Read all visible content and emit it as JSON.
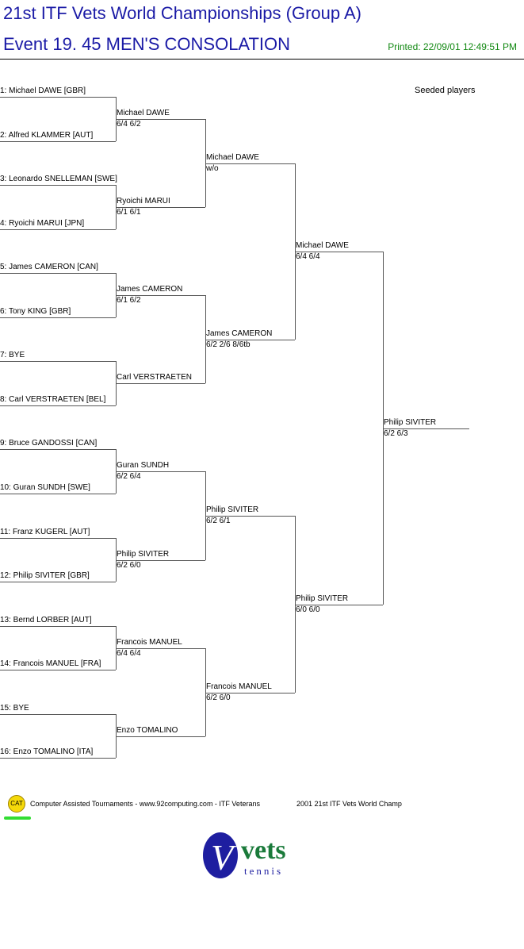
{
  "header": {
    "title": "21st ITF Vets World Championships (Group A)",
    "event": "Event 19. 45 MEN'S CONSOLATION",
    "printed": "Printed: 22/09/01 12:49:51 PM"
  },
  "seeded_label": "Seeded players",
  "round1": [
    "1: Michael DAWE [GBR]",
    "2: Alfred KLAMMER [AUT]",
    "3: Leonardo SNELLEMAN [SWE]",
    "4: Ryoichi MARUI [JPN]",
    "5: James CAMERON [CAN]",
    "6: Tony KING [GBR]",
    "7: BYE",
    "8: Carl VERSTRAETEN [BEL]",
    "9: Bruce GANDOSSI [CAN]",
    "10: Guran SUNDH [SWE]",
    "11: Franz KUGERL [AUT]",
    "12: Philip SIVITER [GBR]",
    "13: Bernd LORBER [AUT]",
    "14: Francois MANUEL [FRA]",
    "15: BYE",
    "16: Enzo TOMALINO [ITA]"
  ],
  "round2": [
    {
      "name": "Michael DAWE",
      "score": "6/4 6/2"
    },
    {
      "name": "Ryoichi MARUI",
      "score": "6/1 6/1"
    },
    {
      "name": "James CAMERON",
      "score": "6/1 6/2"
    },
    {
      "name": "Carl VERSTRAETEN",
      "score": ""
    },
    {
      "name": "Guran SUNDH",
      "score": "6/2 6/4"
    },
    {
      "name": "Philip SIVITER",
      "score": "6/2 6/0"
    },
    {
      "name": "Francois MANUEL",
      "score": "6/4 6/4"
    },
    {
      "name": "Enzo TOMALINO",
      "score": ""
    }
  ],
  "round3": [
    {
      "name": "Michael DAWE",
      "score": "w/o"
    },
    {
      "name": "James CAMERON",
      "score": "6/2 2/6 8/6tb"
    },
    {
      "name": "Philip SIVITER",
      "score": "6/2 6/1"
    },
    {
      "name": "Francois MANUEL",
      "score": "6/2 6/0"
    }
  ],
  "round4": [
    {
      "name": "Michael DAWE",
      "score": "6/4 6/4"
    },
    {
      "name": "Philip SIVITER",
      "score": "6/0 6/0"
    }
  ],
  "winner": {
    "name": "Philip SIVITER",
    "score": "6/2 6/3"
  },
  "footer": {
    "cat_badge": "CAT",
    "text": "Computer Assisted Tournaments - www.92computing.com -  ITF Veterans",
    "right": "2001 21st ITF Vets World Champ"
  },
  "logo": {
    "word": "vets",
    "sub": "tennis",
    "letter": "V"
  }
}
